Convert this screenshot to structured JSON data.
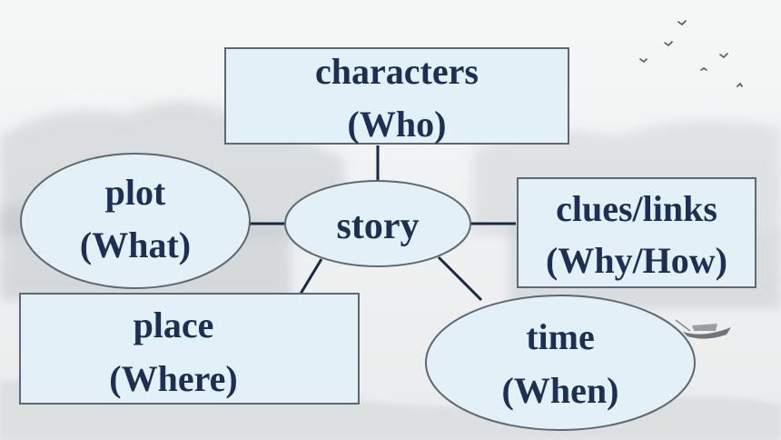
{
  "colors": {
    "node_fill": "#e4f0f8",
    "node_stroke": "#5f6770",
    "connector": "#172a44",
    "text": "#1d2f52"
  },
  "diagram": {
    "center": {
      "label": "story"
    },
    "nodes": {
      "characters": {
        "line1": "characters",
        "line2": "(Who)"
      },
      "plot": {
        "line1": "plot",
        "line2": "(What)"
      },
      "clues": {
        "line1": "clues/links",
        "line2": "(Why/How)"
      },
      "place": {
        "line1": "place",
        "line2": "(Where)"
      },
      "time": {
        "line1": "time",
        "line2": "(When)"
      }
    }
  }
}
